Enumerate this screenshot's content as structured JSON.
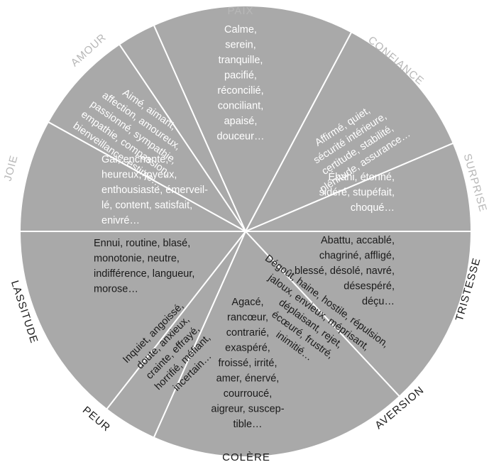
{
  "colors": {
    "sector_fill": "#a9a9a9",
    "divider": "#ffffff",
    "light_text": "#ffffff",
    "dark_text": "#1a1a1a",
    "light_label": "#b7b7b7",
    "dark_label": "#1a1a1a"
  },
  "segments": [
    {
      "id": "paix",
      "label": "PAIX",
      "tone": "light",
      "lines": [
        "Calme,",
        "serein,",
        "tranquille,",
        "pacifié,",
        "réconcilié,",
        "conciliant,",
        "apaisé,",
        "douceur…"
      ]
    },
    {
      "id": "confiance",
      "label": "CONFIANCE",
      "tone": "light",
      "lines": [
        "Affirmé, quiet,",
        "sécurité intérieure,",
        "certitude, stabilité,",
        "plénitude, assurance…"
      ]
    },
    {
      "id": "surprise",
      "label": "SURPRISE",
      "tone": "light",
      "lines": [
        "Ébahi, étonné,",
        "sidéré, stupéfait,",
        "choqué…"
      ]
    },
    {
      "id": "tristesse",
      "label": "TRISTESSE",
      "tone": "dark",
      "lines": [
        "Abattu, accablé,",
        "chagriné, affligé,",
        "blessé, désolé, navré,",
        "désespéré,",
        "déçu…"
      ]
    },
    {
      "id": "aversion",
      "label": "AVERSION",
      "tone": "dark",
      "lines": [
        "Dégoût, haine, hostile, répulsion,",
        "jaloux, envieux, méprisant,",
        "déplaisant, rejet,",
        "écœuré, frustré,",
        "inimitié…"
      ]
    },
    {
      "id": "colere",
      "label": "COLÈRE",
      "tone": "dark",
      "lines": [
        "Agacé,",
        "rancœur,",
        "contrarié,",
        "exaspéré,",
        "froissé, irrité,",
        "amer, énervé,",
        "courroucé,",
        "aigreur, suscep-",
        "tible…"
      ]
    },
    {
      "id": "peur",
      "label": "PEUR",
      "tone": "dark",
      "lines": [
        "Inquiet, angoissé,",
        "doute, anxieux,",
        "crainte, effrayé,",
        "horrifié, méfiant,",
        "incertain…"
      ]
    },
    {
      "id": "lassitude",
      "label": "LASSITUDE",
      "tone": "dark",
      "lines": [
        "Ennui, routine, blasé,",
        "monotonie, neutre,",
        "indifférence, langueur,",
        "morose…"
      ]
    },
    {
      "id": "joie",
      "label": "JOIE",
      "tone": "light",
      "lines": [
        "Gai, enchanté,",
        "heureux, joyeux,",
        "enthousiaste, émerveil-",
        "lé, content, satisfait,",
        "enivré…"
      ]
    },
    {
      "id": "amour",
      "label": "AMOUR",
      "tone": "light",
      "lines": [
        "Aimé, aimant,",
        "affection, amoureux,",
        "passionné, sympathie,",
        "empathie, compassion,",
        "bienveillance, estime…"
      ]
    }
  ]
}
